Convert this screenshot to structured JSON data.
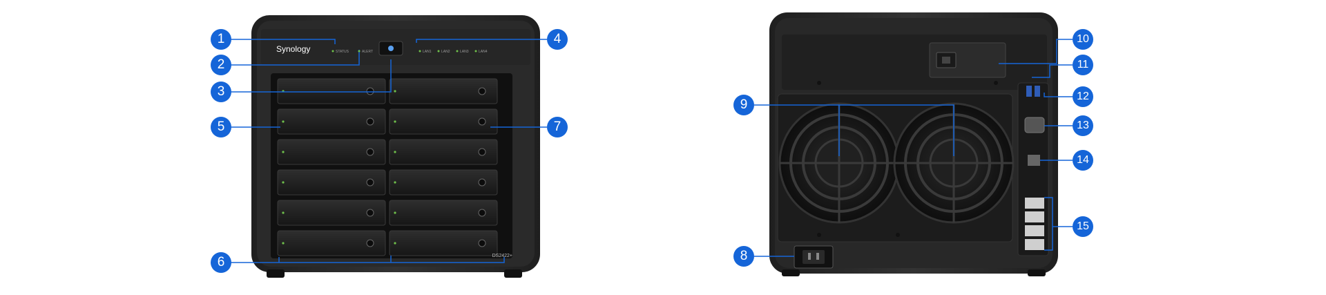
{
  "front_panel": {
    "brand": "Synology",
    "model": "DS2422+",
    "indicators": [
      "STATUS",
      "ALERT"
    ],
    "lan_indicators": [
      "LAN1",
      "LAN2",
      "LAN3",
      "LAN4"
    ],
    "drive_bays": 12
  },
  "back_panel": {
    "fans": 2,
    "lan_ports": 4,
    "usb_ports": 2
  },
  "callouts": [
    "1",
    "2",
    "3",
    "4",
    "5",
    "6",
    "7",
    "8",
    "9",
    "10",
    "11",
    "12",
    "13",
    "14",
    "15"
  ],
  "colors": {
    "callout": "#1565d8",
    "chassis": "#2b2b2b",
    "tray": "#222222",
    "led": "#6fc04b"
  }
}
